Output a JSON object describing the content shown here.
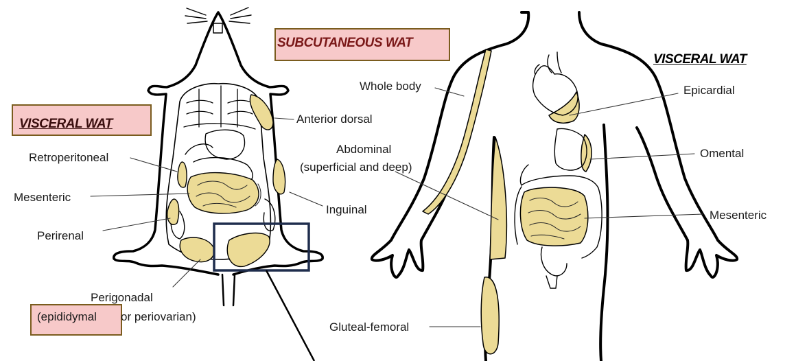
{
  "colors": {
    "fat_fill": "#ecdb96",
    "highlight_fill": "#f7c9c9",
    "highlight_border": "#7a5c1e",
    "zoom_box": "#1f2d4d",
    "outline": "#000000",
    "subcutaneous_text": "#7a1818"
  },
  "mouse": {
    "header": "VISCERAL WAT",
    "labels": {
      "retroperitoneal": "Retroperitoneal",
      "mesenteric": "Mesenteric",
      "perirenal": "Perirenal",
      "anterior_dorsal": "Anterior dorsal",
      "inguinal": "Inguinal",
      "perigonadal": "Perigonadal",
      "epididymal": "(epididymal",
      "periovarian": "or periovarian)"
    }
  },
  "subcutaneous": {
    "header": "SUBCUTANEOUS WAT"
  },
  "human": {
    "header": "VISCERAL WAT",
    "labels": {
      "whole_body": "Whole body",
      "abdominal": "Abdominal",
      "abdominal_sub": "(superficial and deep)",
      "epicardial": "Epicardial",
      "omental": "Omental",
      "mesenteric": "Mesenteric",
      "gluteal_femoral": "Gluteal-femoral"
    }
  }
}
